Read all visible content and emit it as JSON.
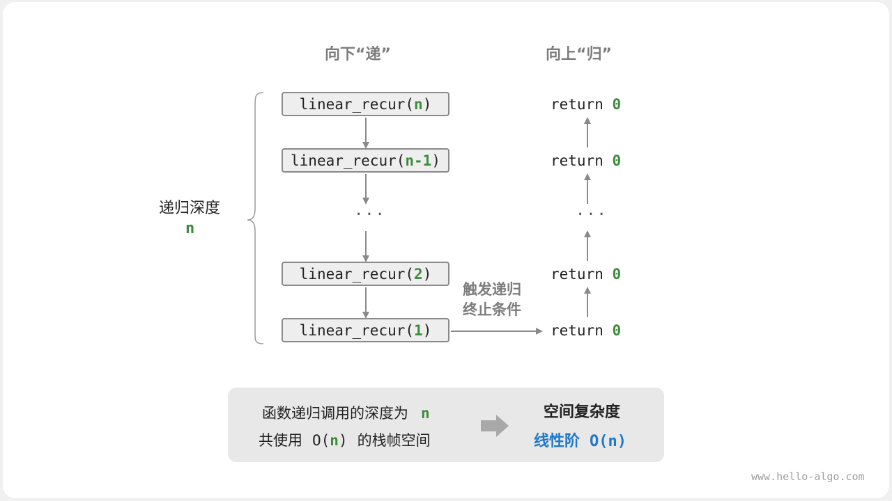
{
  "headings": {
    "down": "向下“递”",
    "up": "向上“归”"
  },
  "calls": [
    {
      "fn": "linear_recur(",
      "arg": "n",
      "close": ")"
    },
    {
      "fn": "linear_recur(",
      "arg": "n-1",
      "close": ")"
    },
    {
      "fn": "linear_recur(",
      "arg": "2",
      "close": ")"
    },
    {
      "fn": "linear_recur(",
      "arg": "1",
      "close": ")"
    }
  ],
  "returns": [
    {
      "keyword": "return",
      "value": "0"
    },
    {
      "keyword": "return",
      "value": "0"
    },
    {
      "keyword": "return",
      "value": "0"
    },
    {
      "keyword": "return",
      "value": "0"
    }
  ],
  "ellipsis": "···",
  "depth": {
    "label": "递归深度",
    "value": "n"
  },
  "trigger": {
    "line1": "触发递归",
    "line2": "终止条件"
  },
  "summary": {
    "line1_text": "函数递归调用的深度为",
    "line1_n": "n",
    "line2_prefix": "共使用",
    "line2_o_open": "O(",
    "line2_n": "n",
    "line2_o_close": ")",
    "line2_suffix": "的栈帧空间",
    "space_title": "空间复杂度",
    "space_value_text": "线性阶",
    "space_value_big_o": "O(n)"
  },
  "footer": "www.hello-algo.com",
  "colors": {
    "green": "#3d8b3d",
    "blue": "#1f78c8",
    "arrow": "#8a8a8a",
    "box_fill": "#eeeeee",
    "summary_fill": "#e8e8e8"
  }
}
